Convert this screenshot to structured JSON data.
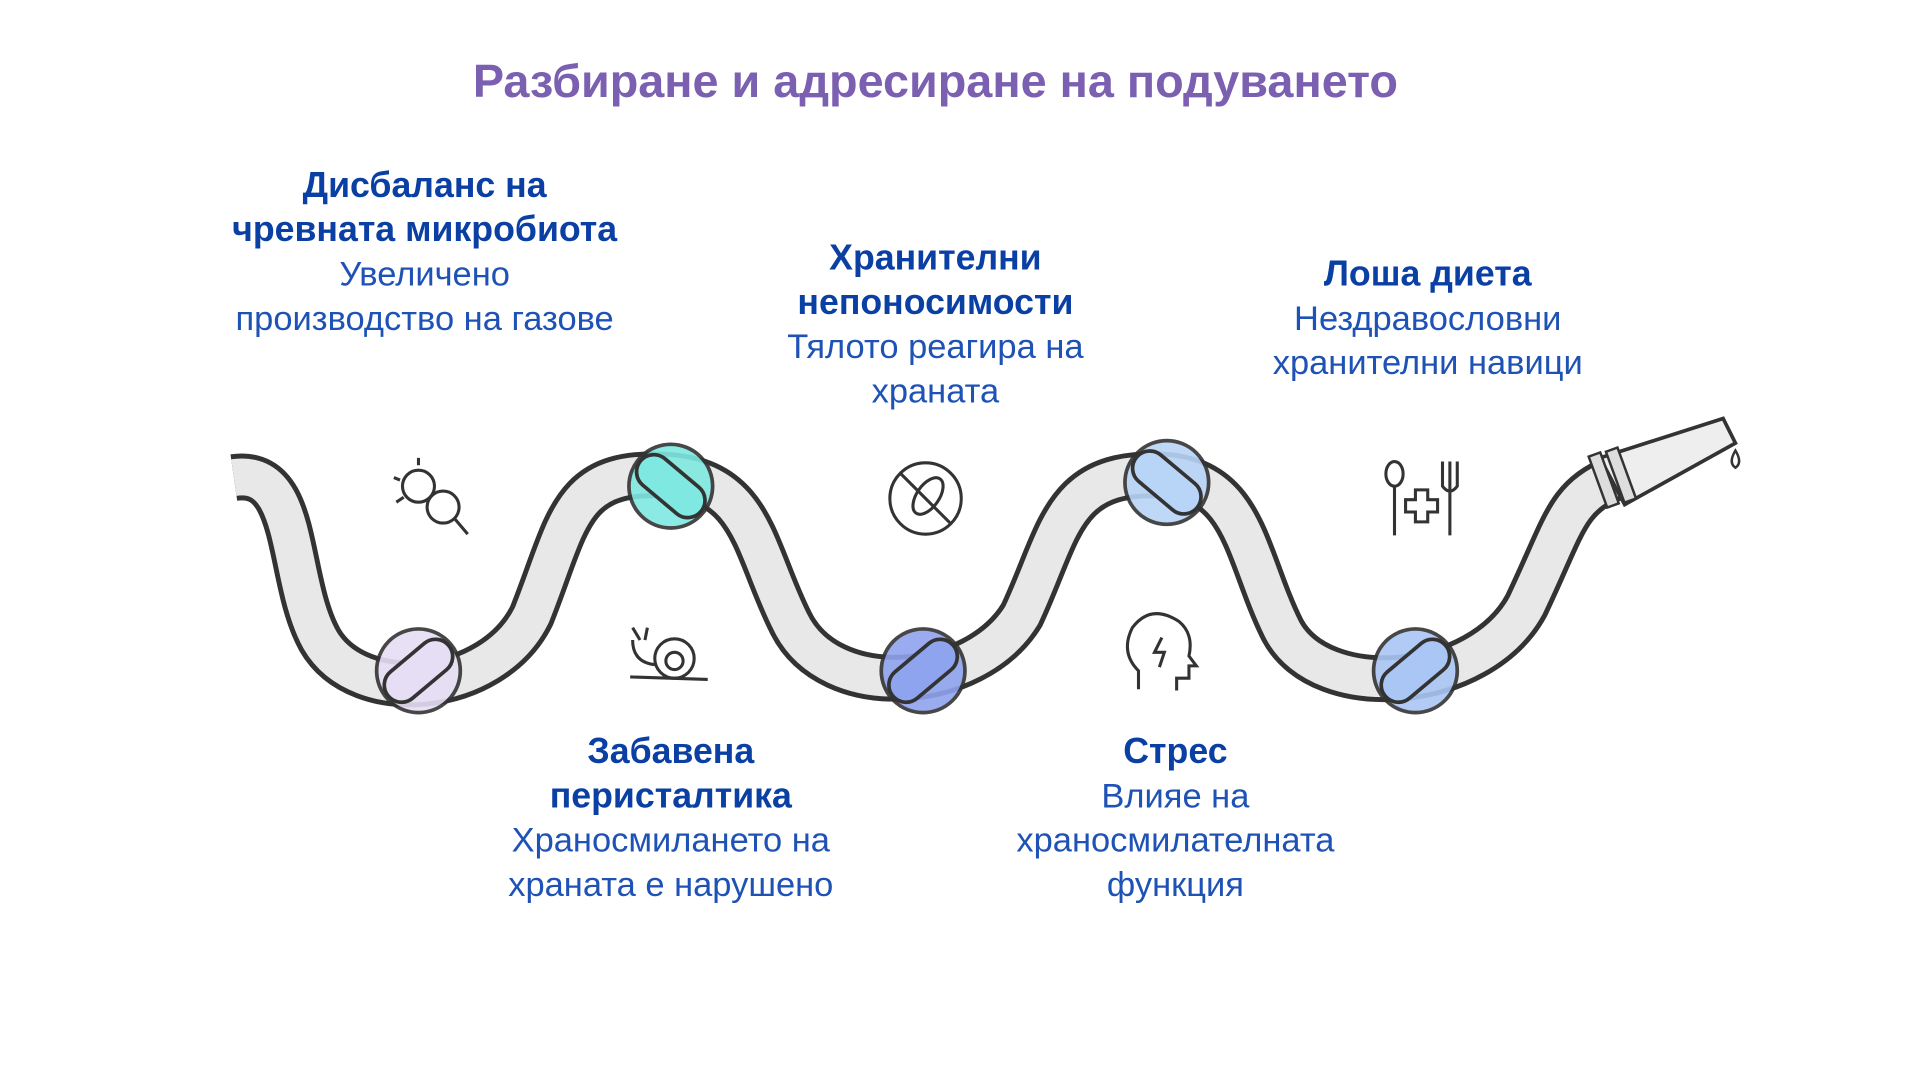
{
  "title": "Разбиране и адресиране на подуването",
  "colors": {
    "title": "#7b5fb0",
    "heading": "#0a3fa3",
    "text": "#1f52b5",
    "hose": "#e6e6e6",
    "outline": "#333333"
  },
  "items": [
    {
      "title": "Дисбаланс на чревната микробиота",
      "desc": "Увеличено производство на газове",
      "icon": "bacteria-magnifier-icon",
      "knot_color": "#e6def5"
    },
    {
      "title": "Хранителни непоносимости",
      "desc": "Тялото реагира на храната",
      "icon": "no-food-icon",
      "knot_color": "#7fe8e0"
    },
    {
      "title": "Лоша диета",
      "desc": "Нездравословни хранителни навици",
      "icon": "cutlery-health-icon",
      "knot_color": "#b8d4f7"
    },
    {
      "title": "Забавена перисталтика",
      "desc": "Храносмилането на храната е нарушено",
      "icon": "snail-icon",
      "knot_color": "#8fa4ee"
    },
    {
      "title": "Стрес",
      "desc": "Влияе на храносмилателната функция",
      "icon": "head-lightning-icon",
      "knot_color": "#a9c6f5"
    }
  ]
}
